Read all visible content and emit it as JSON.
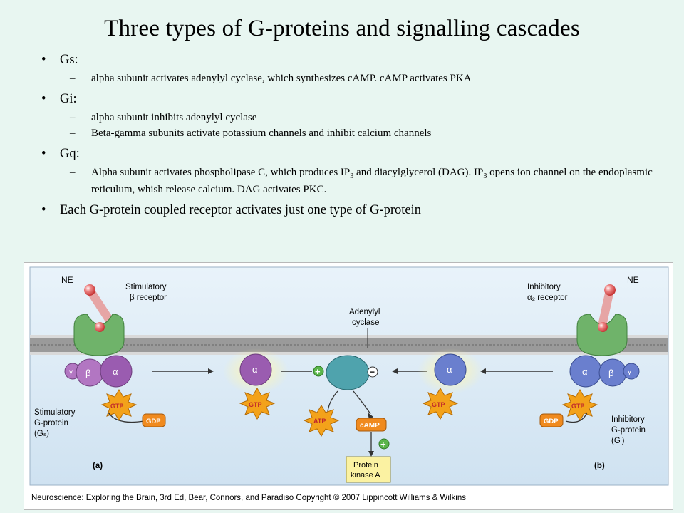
{
  "slide": {
    "title": "Three types of G-proteins and signalling cascades",
    "bullets": [
      {
        "label": "Gs:",
        "sub": [
          "alpha subunit activates adenylyl cyclase, which synthesizes cAMP.  cAMP activates PKA"
        ]
      },
      {
        "label": "Gi:",
        "sub": [
          "alpha subunit inhibits adenylyl cyclase",
          "Beta-gamma  subunits activate potassium channels and inhibit calcium channels"
        ]
      },
      {
        "label": "Gq:"
      }
    ],
    "gq_text": {
      "a": "Alpha subunit activates phospholipase C, which produces IP",
      "sub1": "3",
      "b": " and diacylglycerol (DAG).  IP",
      "sub2": "3",
      "c": " opens ion channel on the endoplasmic reticulum, whish release calcium.  DAG activates PKC."
    },
    "last_bullet": "Each G-protein coupled receptor activates just one type of G-protein",
    "bullet_glyph": "•",
    "dash_glyph": "–"
  },
  "figure": {
    "labels": {
      "ne": "NE",
      "stim_receptor_1": "Stimulatory",
      "stim_receptor_2": "β receptor",
      "inhib_receptor_1": "Inhibitory",
      "inhib_receptor_2": "α₂ receptor",
      "adenylyl_1": "Adenylyl",
      "adenylyl_2": "cyclase",
      "stim_gprot_1": "Stimulatory",
      "stim_gprot_2": "G-protein",
      "stim_gprot_3": "(Gₛ)",
      "inhib_gprot_1": "Inhibitory",
      "inhib_gprot_2": "G-protein",
      "inhib_gprot_3": "(Gᵢ)",
      "gtp": "GTP",
      "gdp": "GDP",
      "atp": "ATP",
      "camp": "cAMP",
      "pka_1": "Protein",
      "pka_2": "kinase A",
      "panel_a": "(a)",
      "panel_b": "(b)",
      "alpha": "α",
      "beta": "β",
      "gamma": "γ",
      "plus": "+",
      "minus": "−"
    },
    "caption": "Neuroscience: Exploring the Brain, 3rd Ed, Bear, Connors, and Paradiso Copyright © 2007 Lippincott Williams & Wilkins",
    "colors": {
      "background": "#e8f6f1",
      "panel": "#dfeef8",
      "membrane": "#8a8a8a",
      "receptor": "#6fb36a",
      "stim_gprotein": "#b276c2",
      "inhib_gprotein": "#6a7fce",
      "cyclase": "#4fa3ad",
      "gtp_burst": "#f3a21a",
      "gtp_text": "#c0282b",
      "gdp": "#f08a1e",
      "ne_ball": "#d94444",
      "pka_box": "#fbf2a2",
      "plus_circle": "#5ab54a"
    }
  }
}
